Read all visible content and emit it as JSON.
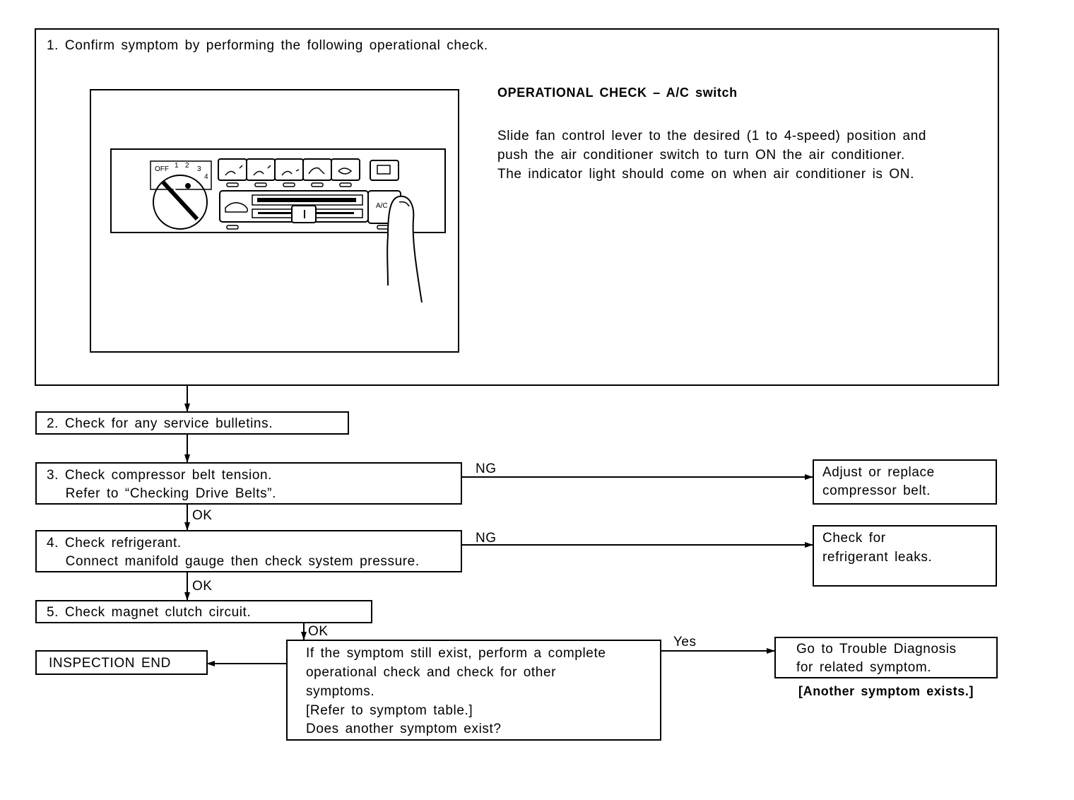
{
  "step1": {
    "text": "1. Confirm symptom by performing the following operational check.",
    "operational_check": {
      "title": "OPERATIONAL CHECK – A/C switch",
      "lines": [
        "Slide fan control lever to the desired (1 to 4-speed) position and",
        "push the air conditioner switch to turn ON the air conditioner.",
        "The indicator light should come on when air conditioner is ON."
      ]
    },
    "illustration": {
      "dial_labels": {
        "off": "OFF",
        "one": "1",
        "two": "2",
        "three": "3",
        "four": "4"
      },
      "ac_button": "A/C"
    }
  },
  "step2": {
    "text": "2. Check for any service bulletins."
  },
  "step3": {
    "lines": [
      "3. Check compressor belt tension.",
      "   Refer to “Checking Drive Belts”."
    ],
    "ng_label": "NG",
    "ok_label": "OK",
    "ng_result": [
      "Adjust or replace",
      "compressor belt."
    ]
  },
  "step4": {
    "lines": [
      "4. Check refrigerant.",
      "   Connect manifold gauge then check system pressure."
    ],
    "ng_label": "NG",
    "ok_label": "OK",
    "ng_result": [
      "Check for",
      "refrigerant leaks."
    ]
  },
  "step5": {
    "text": "5. Check magnet clutch circuit.",
    "ok_label": "OK"
  },
  "decision": {
    "lines": [
      "If the symptom still exist, perform a complete",
      "operational check and check for other",
      "symptoms.",
      "[Refer to symptom table.]",
      "Does another symptom exist?"
    ],
    "yes_label": "Yes",
    "yes_result": [
      "Go to Trouble Diagnosis",
      "for related symptom."
    ],
    "yes_note": "[Another symptom exists.]"
  },
  "end": {
    "text": "INSPECTION END"
  }
}
